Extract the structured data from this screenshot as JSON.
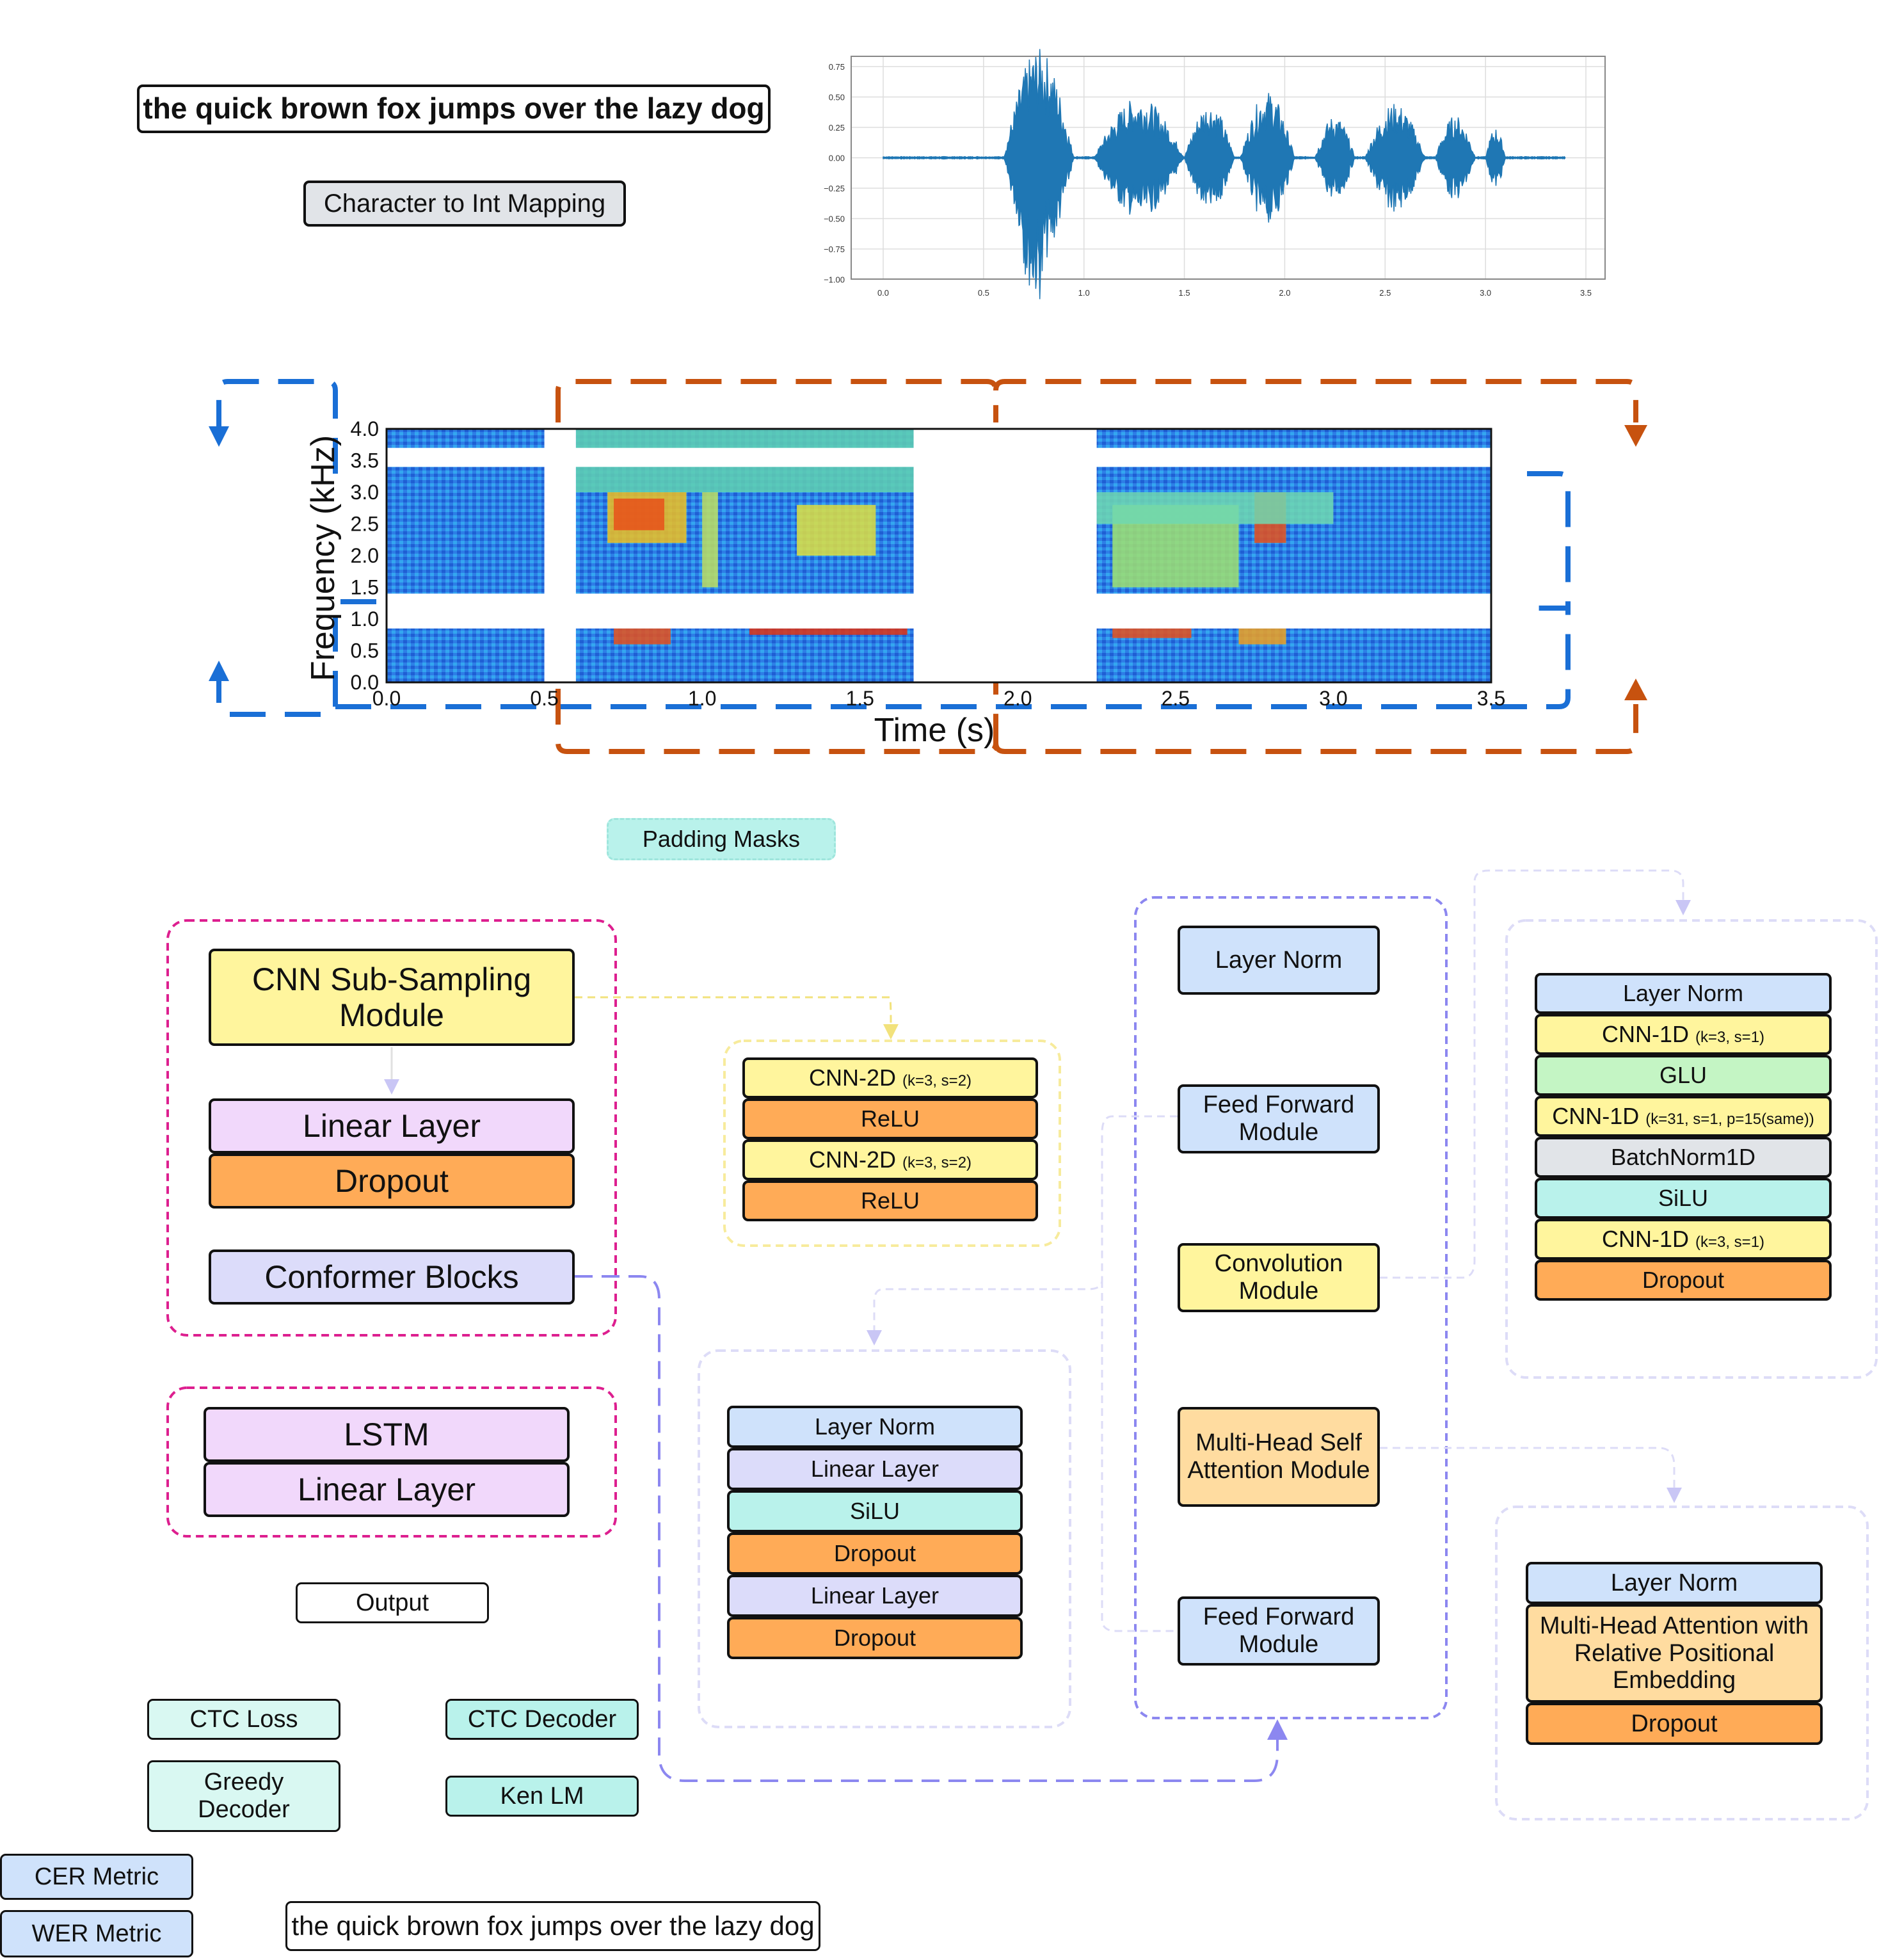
{
  "input_sentence": "the quick brown fox jumps over the lazy dog",
  "char_mapping": "Character to Int Mapping",
  "padding_masks": "Padding Masks",
  "waveform": {
    "xticks": [
      "0.0",
      "0.5",
      "1.0",
      "1.5",
      "2.0",
      "2.5",
      "3.0",
      "3.5"
    ],
    "yticks": [
      "0.75",
      "0.50",
      "0.25",
      "0.00",
      "−0.25",
      "−0.50",
      "−0.75",
      "−1.00"
    ]
  },
  "spectrogram": {
    "xlabel": "Time (s)",
    "ylabel": "Frequency (kHz)",
    "xticks": [
      "0.0",
      "0.5",
      "1.0",
      "1.5",
      "2.0",
      "2.5",
      "3.0",
      "3.5"
    ],
    "yticks": [
      "4.0",
      "3.5",
      "3.0",
      "2.5",
      "2.0",
      "1.5",
      "1.0",
      "0.5",
      "0.0"
    ],
    "colors": {
      "time_mask": "#c7520f",
      "freq_mask": "#1a6fd6"
    }
  },
  "encoder": {
    "cnn_subsampling": "CNN Sub-Sampling Module",
    "linear": "Linear Layer",
    "dropout": "Dropout",
    "conformer_blocks": "Conformer Blocks"
  },
  "decoder": {
    "lstm": "LSTM",
    "linear": "Linear Layer"
  },
  "output": "Output",
  "cnn_detail": {
    "rows": [
      {
        "label": "CNN-2D",
        "sub": "(k=3, s=2)"
      },
      {
        "label": "ReLU",
        "sub": ""
      },
      {
        "label": "CNN-2D",
        "sub": "(k=3, s=2)"
      },
      {
        "label": "ReLU",
        "sub": ""
      }
    ]
  },
  "ff_detail": {
    "rows": [
      "Layer Norm",
      "Linear Layer",
      "SiLU",
      "Dropout",
      "Linear Layer",
      "Dropout"
    ]
  },
  "conformer": {
    "layer_norm": "Layer Norm",
    "ff1": "Feed Forward Module",
    "conv": "Convolution Module",
    "mhsa": "Multi-Head Self Attention Module",
    "ff2": "Feed Forward Module"
  },
  "conv_detail": {
    "rows": [
      {
        "label": "Layer Norm",
        "sub": ""
      },
      {
        "label": "CNN-1D",
        "sub": "(k=3, s=1)"
      },
      {
        "label": "GLU",
        "sub": ""
      },
      {
        "label": "CNN-1D",
        "sub": "(k=31, s=1, p=15(same))"
      },
      {
        "label": "BatchNorm1D",
        "sub": ""
      },
      {
        "label": "SiLU",
        "sub": ""
      },
      {
        "label": "CNN-1D",
        "sub": "(k=3, s=1)"
      },
      {
        "label": "Dropout",
        "sub": ""
      }
    ]
  },
  "mha_detail": {
    "rows": [
      "Layer Norm",
      "Multi-Head Attention with Relative Positional Embedding",
      "Dropout"
    ]
  },
  "training": {
    "ctc_loss": "CTC Loss",
    "ctc_decoder": "CTC Decoder",
    "greedy": "Greedy Decoder",
    "kenlm": "Ken LM"
  },
  "metrics": {
    "cer": "CER Metric",
    "wer": "WER Metric"
  },
  "output_sentence": "the quick brown fox jumps over the lazy dog",
  "colors": {
    "yellow": "#fff59d",
    "orange": "#ffab57",
    "pink": "#f1d8fb",
    "lavender": "#dcdcfa",
    "blue": "#cfe2fb",
    "green": "#c4f5c4",
    "grey": "#e1e4e8",
    "teal": "#b9f2eb",
    "peach": "#ffdca0",
    "magenta": "#dd1f8f",
    "purple": "#8c87f0"
  }
}
